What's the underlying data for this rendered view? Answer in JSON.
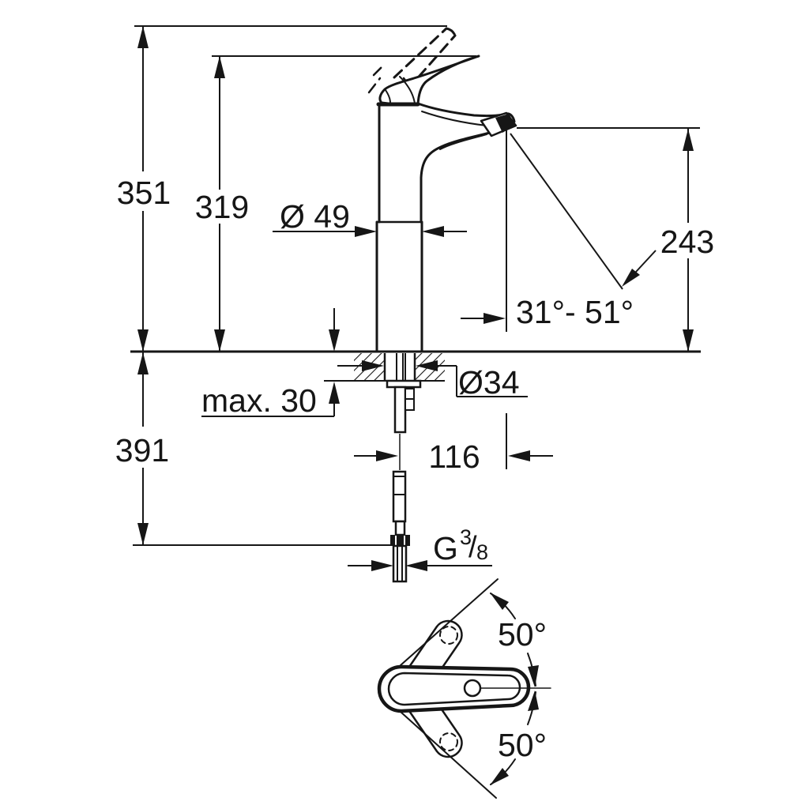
{
  "drawing": {
    "background_color": "#ffffff",
    "line_color": "#161616",
    "labels": {
      "overall_height": "351",
      "height_to_lever": "319",
      "body_diameter": "Ø 49",
      "spout_outlet_height": "243",
      "spray_angle_range": "31°- 51°",
      "max_deck_thickness": "max. 30",
      "mounting_hole_diameter": "Ø34",
      "below_deck_length": "391",
      "spout_projection": "116",
      "thread_letter": "G",
      "thread_numerator": "3",
      "thread_slash": "/",
      "thread_denominator": "8",
      "handle_swing_upper": "50°",
      "handle_swing_lower": "50°"
    }
  }
}
